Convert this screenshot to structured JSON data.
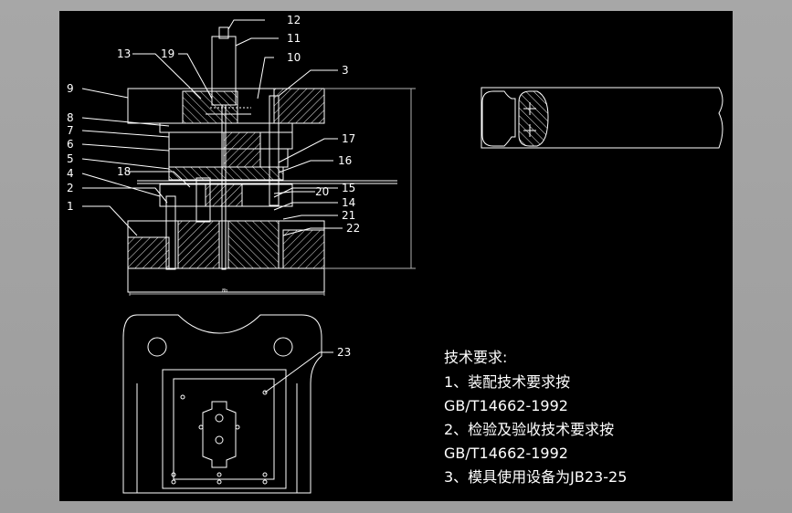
{
  "part_labels": [
    "12",
    "11",
    "13",
    "19",
    "10",
    "3",
    "9",
    "8",
    "7",
    "6",
    "17",
    "5",
    "16",
    "18",
    "4",
    "2",
    "20",
    "15",
    "14",
    "1",
    "21",
    "22",
    "23"
  ],
  "dimension_text": "8b",
  "tech_requirements": {
    "heading": "技术要求:",
    "line1": "1、装配技术要求按",
    "line2": "GB/T14662-1992",
    "line3": "2、检验及验收技术要求按",
    "line4": "GB/T14662-1992",
    "line5": "3、模具使用设备为JB23-25"
  },
  "colors": {
    "background": "#a3a3a3",
    "canvas": "#000000",
    "lines": "#ffffff",
    "dimension_lines": "#b0b0b0"
  }
}
